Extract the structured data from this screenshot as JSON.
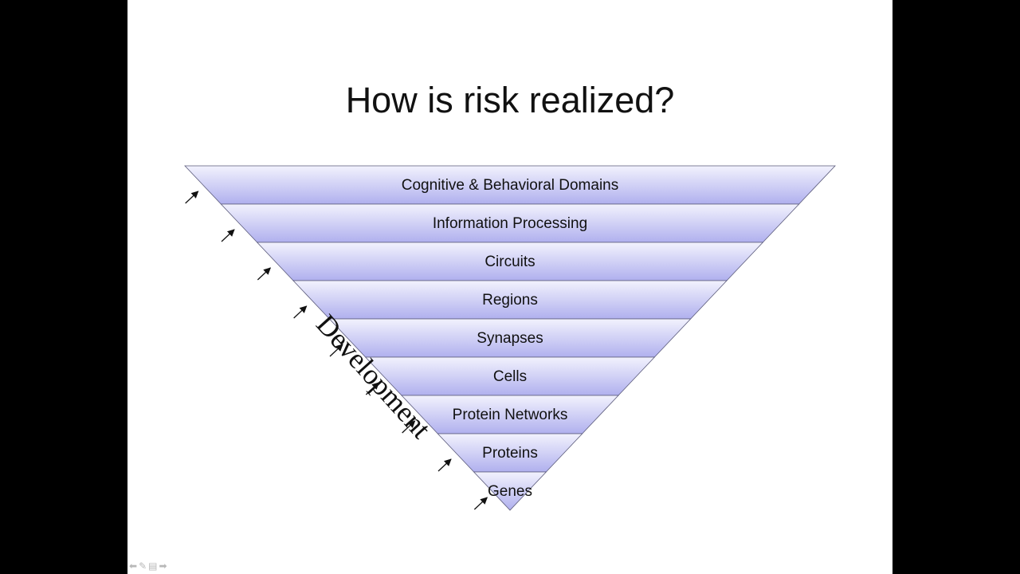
{
  "slide": {
    "title": "How is risk realized?"
  },
  "diagram": {
    "layers": [
      "Cognitive & Behavioral Domains",
      "Information Processing",
      "Circuits",
      "Regions",
      "Synapses",
      "Cells",
      "Protein Networks",
      "Proteins",
      "Genes"
    ],
    "side_label": "Development",
    "colors": {
      "layer_top": "#f2f2fd",
      "layer_bottom": "#b0b0ee",
      "divider": "#5a5a7a",
      "arrow": "#111111"
    }
  },
  "nav_icons": [
    "prev-arrow-icon",
    "pen-icon",
    "slides-menu-icon",
    "next-arrow-icon"
  ]
}
